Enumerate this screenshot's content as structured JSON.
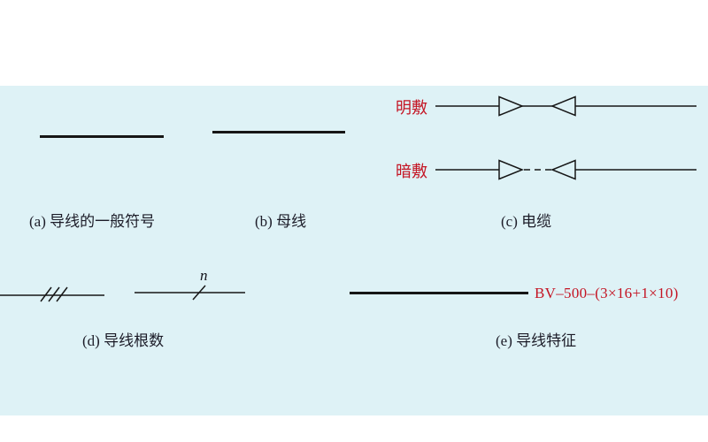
{
  "colors": {
    "panel_bg": "#def2f6",
    "line": "#161616",
    "caption_text": "#1c1c28",
    "red_text": "#c41423"
  },
  "row1": {
    "a": {
      "caption": "(a) 导线的一般符号"
    },
    "b": {
      "caption": "(b) 母线"
    },
    "c": {
      "caption": "(c) 电缆",
      "surface_label": "明敷",
      "concealed_label": "暗敷"
    }
  },
  "row2": {
    "d": {
      "caption": "(d) 导线根数",
      "n_symbol": "n"
    },
    "e": {
      "caption": "(e) 导线特征",
      "spec_text": "BV–500–(3×16+1×10)"
    }
  }
}
